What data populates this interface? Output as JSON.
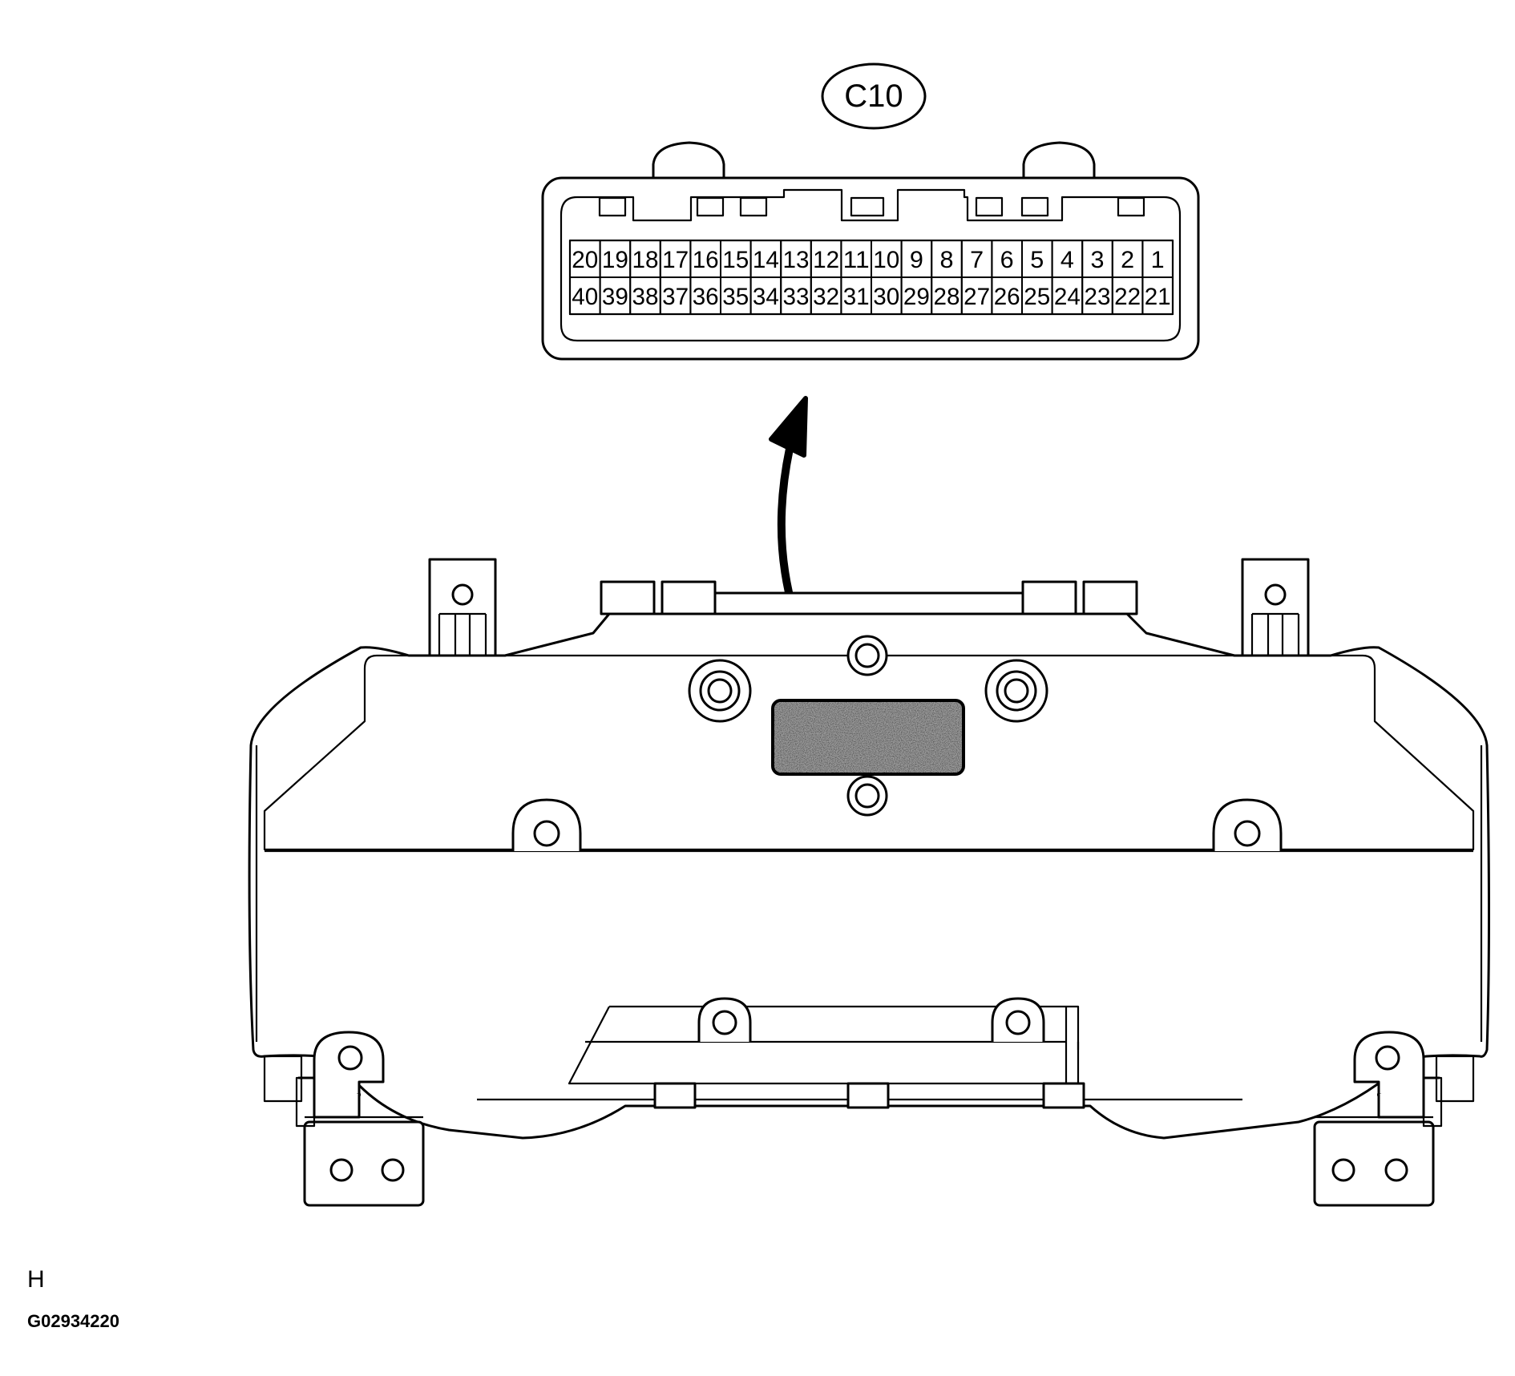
{
  "connector": {
    "label": "C10",
    "rows": [
      [
        "20",
        "19",
        "18",
        "17",
        "16",
        "15",
        "14",
        "13",
        "12",
        "11",
        "10",
        "9",
        "8",
        "7",
        "6",
        "5",
        "4",
        "3",
        "2",
        "1"
      ],
      [
        "40",
        "39",
        "38",
        "37",
        "36",
        "35",
        "34",
        "33",
        "32",
        "31",
        "30",
        "29",
        "28",
        "27",
        "26",
        "25",
        "24",
        "23",
        "22",
        "21"
      ]
    ]
  },
  "footer": {
    "view_letter": "H",
    "figure_id": "G02934220"
  }
}
